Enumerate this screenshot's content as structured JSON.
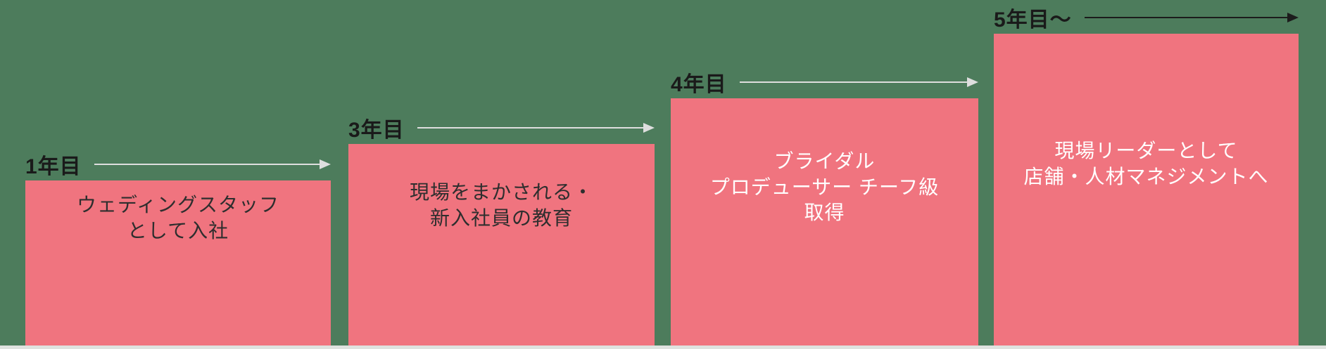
{
  "colors": {
    "background": "#4d7c5c",
    "box": "#f0747f",
    "year_label_text": "#1a1a1a",
    "arrow_light": "#dedede",
    "arrow_dark": "#1c1c1c",
    "box_text_dark": "#2e2e2e",
    "box_text_light": "#ffffff",
    "baseline": "#dfe2df"
  },
  "steps": [
    {
      "year_label": "1年目",
      "lines": [
        "ウェディングスタッフ",
        "として入社"
      ],
      "text_style": "dark",
      "arrow_style": "light"
    },
    {
      "year_label": "3年目",
      "lines": [
        "現場をまかされる・",
        "新入社員の教育"
      ],
      "text_style": "dark",
      "arrow_style": "light"
    },
    {
      "year_label": "4年目",
      "lines": [
        "ブライダル",
        "プロデューサー チーフ級",
        "取得"
      ],
      "text_style": "light",
      "arrow_style": "light"
    },
    {
      "year_label": "5年目〜",
      "lines": [
        "現場リーダーとして",
        "店舗・人材マネジメントへ"
      ],
      "text_style": "light",
      "arrow_style": "dark"
    }
  ]
}
